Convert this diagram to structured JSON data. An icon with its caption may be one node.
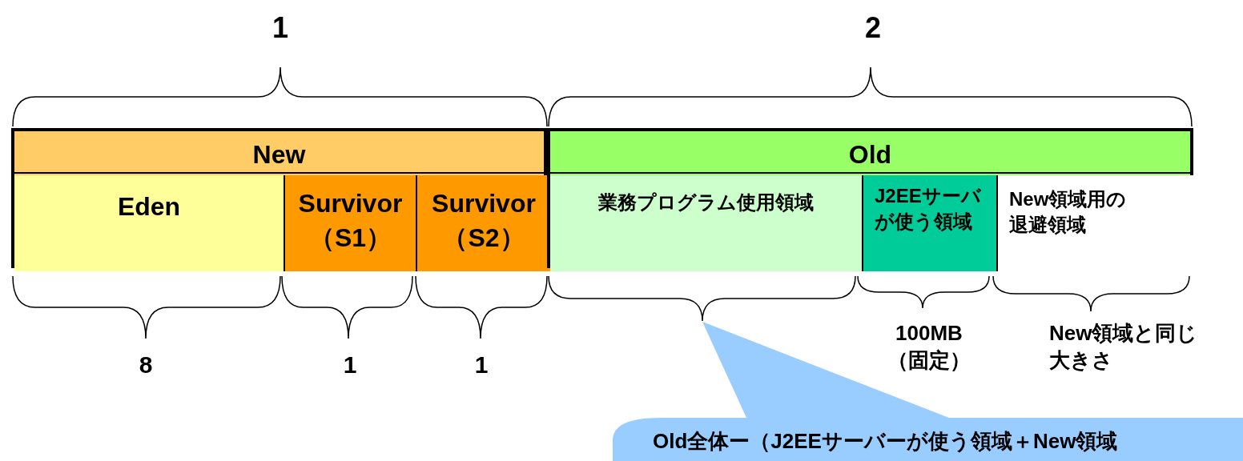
{
  "diagram": {
    "nodes": [
      {
        "text": [
          "New"
        ]
      },
      {
        "text": [
          "Eden"
        ],
        "in": 0
      },
      {
        "text": [
          "Survivor （S1）"
        ],
        "in": 0
      },
      {
        "text": [
          "Survivor （S2）"
        ],
        "in": 0
      },
      {
        "text": [
          "Old"
        ]
      },
      {
        "text": [
          "業務プログラム使用領域"
        ],
        "in": 4
      },
      {
        "text": [
          "J2EEサーバが使う領域"
        ],
        "in": 4
      },
      {
        "text": [
          "New領域用の退避領域"
        ],
        "in": 4
      },
      {
        "text": [
          "Old全体ー（J2EEサーバーが使う領域＋New領域"
        ]
      }
    ],
    "edges": [],
    "labels": [
      "1",
      "2",
      "8",
      "1",
      "1",
      "100MB （固定）",
      "New領域と同じ大きさ"
    ]
  }
}
